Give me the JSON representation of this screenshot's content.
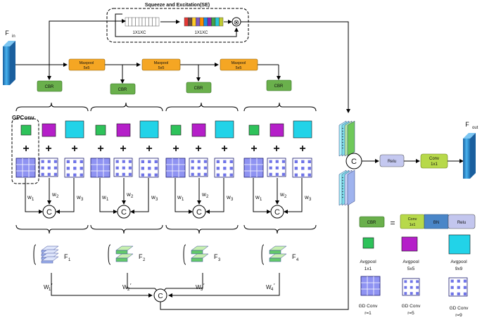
{
  "se": {
    "title": "Squeeze and Excitation(SE)",
    "label_a": "1X1XC",
    "label_b": "1X1XC",
    "multiply": "⊗"
  },
  "input": {
    "main": "F",
    "sub": "in"
  },
  "output": {
    "main": "F",
    "sub": "out"
  },
  "maxpool": {
    "label": "Maxpool",
    "size": "5x5"
  },
  "cbr": "CBR",
  "gpconv": "GPConv",
  "plus": "+",
  "concat": "C",
  "w": "w",
  "weights": [
    "1",
    "2",
    "3"
  ],
  "features": [
    {
      "main": "F",
      "sub": "1",
      "wmain": "W",
      "wsub": "1",
      "wprime": "′"
    },
    {
      "main": "F",
      "sub": "2",
      "wmain": "W",
      "wsub": "2",
      "wprime": "′"
    },
    {
      "main": "F",
      "sub": "3",
      "wmain": "W",
      "wsub": "3",
      "wprime": "′"
    },
    {
      "main": "F",
      "sub": "4",
      "wmain": "W",
      "wsub": "4",
      "wprime": "′"
    }
  ],
  "relu": "Relu",
  "conv_out": {
    "label": "Conv",
    "size": "1x1"
  },
  "legend": {
    "cbr": "CBR",
    "equals": "=",
    "conv": "Conv",
    "conv_size": "1x1",
    "bn": "BN",
    "relu": "Relu",
    "avgpool": [
      {
        "label": "Avgpool",
        "size": "1x1"
      },
      {
        "label": "Avgpool",
        "size": "5x5"
      },
      {
        "label": "Avgpool",
        "size": "9x9"
      }
    ],
    "gdconv": [
      {
        "label": "GD Conv",
        "rate": "r=1"
      },
      {
        "label": "GD Conv",
        "rate": "r=5"
      },
      {
        "label": "GD Conv",
        "rate": "r=9"
      }
    ]
  },
  "colors": {
    "input_block": "#2f8fd0",
    "maxpool": "#f5a623",
    "cbr": "#6ab04c",
    "avg_green": "#2ec25a",
    "avg_purple": "#b51fc9",
    "avg_cyan": "#22d3e8",
    "grid_fill": "#8f93f2",
    "grid_light": "#c9cdf7",
    "relu_box": "#c4c8f0",
    "conv_box": "#b7d94a",
    "bn_box": "#4a86c8",
    "legend_relu": "#c3c6ee"
  }
}
